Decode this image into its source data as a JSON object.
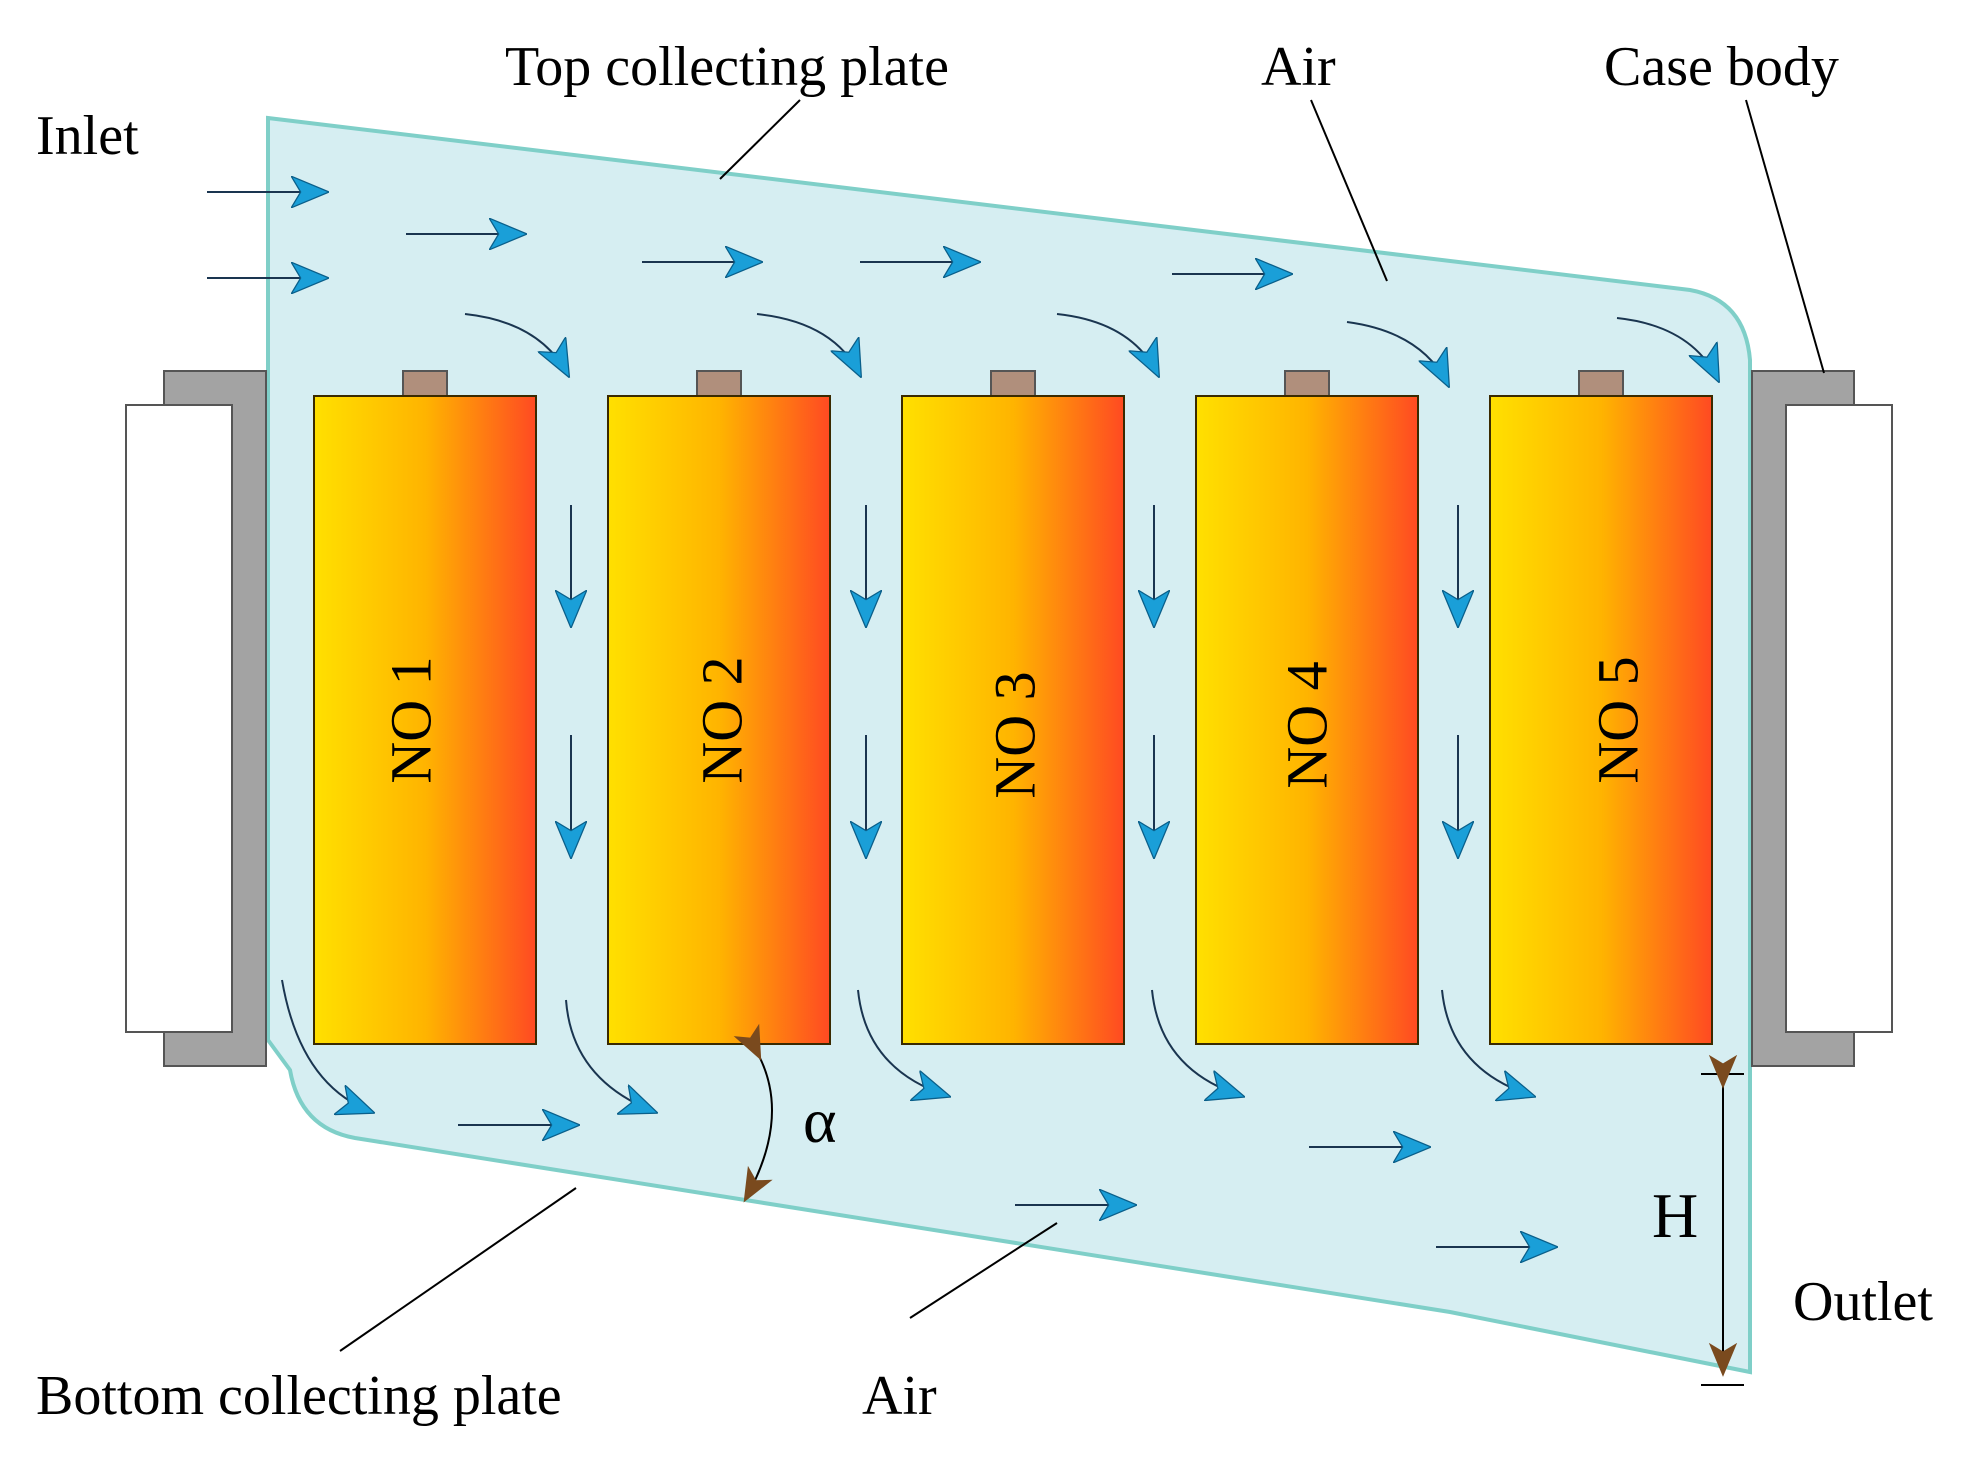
{
  "labels": {
    "top_plate": "Top collecting plate",
    "air_top": "Air",
    "case_body": "Case body",
    "inlet": "Inlet",
    "outlet": "Outlet",
    "bottom_plate": "Bottom collecting plate",
    "air_bottom": "Air",
    "alpha": "α",
    "height": "H"
  },
  "cells": [
    {
      "label": "NO 1"
    },
    {
      "label": "NO 2"
    },
    {
      "label": "NO 3"
    },
    {
      "label": "NO 4"
    },
    {
      "label": "NO 5"
    }
  ],
  "colors": {
    "fluid": "#d6eef2",
    "fluid_edge": "#7fcfc8",
    "arrow": "#1a9fd8",
    "cell_left": "#ffe000",
    "cell_right": "#ff4a22",
    "terminal": "#b08f7c",
    "case": "#a3a3a3",
    "dim_arrow": "#7a4a1e"
  }
}
